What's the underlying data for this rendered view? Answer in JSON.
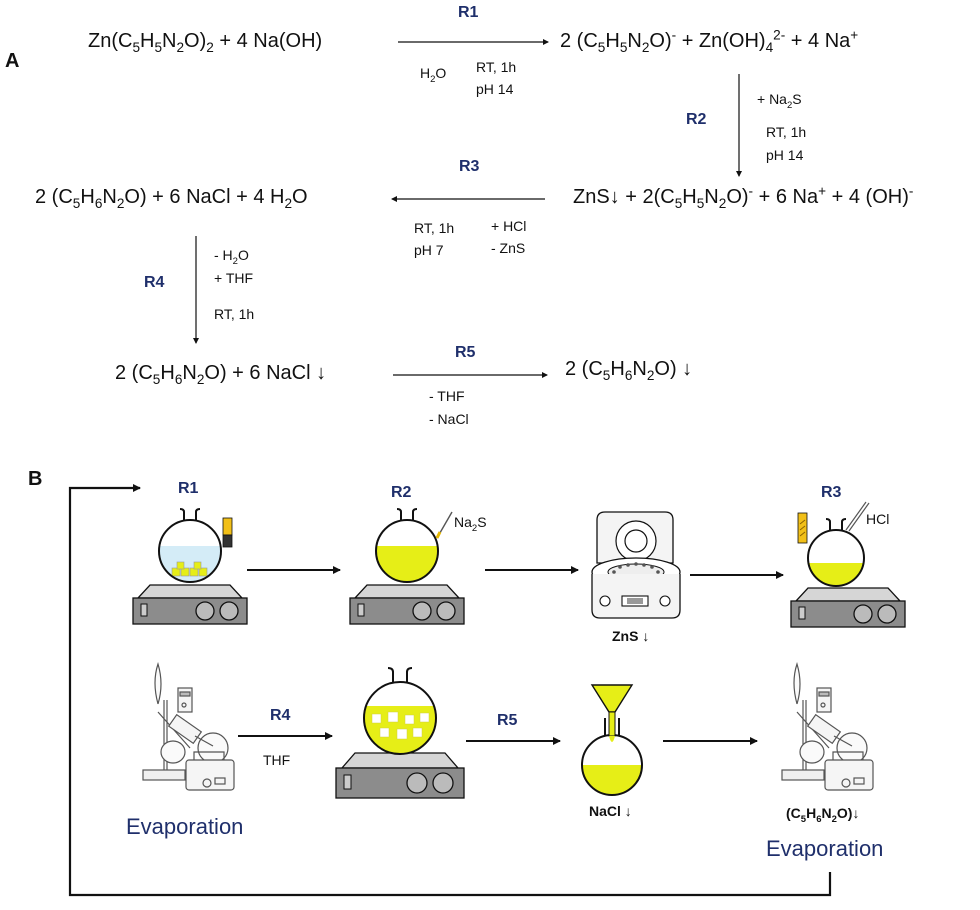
{
  "colors": {
    "accent": "#1f2f6b",
    "solution_yellow": "#e6ee17",
    "water_blue": "#d4ecf7",
    "plate_gray": "#8c8c8c",
    "arrow": "#111111"
  },
  "panel_a": {
    "label": "A",
    "r1": {
      "label": "R1",
      "reactants": [
        "Zn(",
        "C",
        "5",
        "H",
        "5",
        "N",
        "2",
        "O)",
        "2",
        " + 4 Na(OH)"
      ],
      "products": [
        "2 (C",
        "5",
        "H",
        "5",
        "N",
        "2",
        "O)",
        "-",
        " + Zn(OH)",
        "4",
        "2-",
        " + 4 Na",
        "+"
      ],
      "cond_solvent": [
        "H",
        "2",
        "O"
      ],
      "cond_line1": "RT, 1h",
      "cond_line2": "pH 14"
    },
    "r2": {
      "label": "R2",
      "reagent": [
        "+ Na",
        "2",
        "S"
      ],
      "cond_line1": "RT, 1h",
      "cond_line2": "pH 14"
    },
    "r3": {
      "label": "R3",
      "reactants": [
        "ZnS",
        "↓",
        " + 2(C",
        "5",
        "H",
        "5",
        "N",
        "2",
        "O)",
        "-",
        " + 6 Na",
        "+",
        " + 4 (OH)",
        "-"
      ],
      "products": [
        "2 (C",
        "5",
        "H",
        "6",
        "N",
        "2",
        "O) + 6 NaCl + 4 H",
        "2",
        "O"
      ],
      "cond_line1": "RT, 1h",
      "cond_line2": "pH 7",
      "reagent1": "+ HCl",
      "reagent2": "- ZnS"
    },
    "r4": {
      "label": "R4",
      "reagent1": [
        "- H",
        "2",
        "O"
      ],
      "reagent2": "+ THF",
      "cond_line1": "RT, 1h",
      "products": [
        "2 (C",
        "5",
        "H",
        "6",
        "N",
        "2",
        "O) + 6 NaCl ",
        "↓"
      ]
    },
    "r5": {
      "label": "R5",
      "products": [
        "2 (C",
        "5",
        "H",
        "6",
        "N",
        "2",
        "O) ",
        "↓"
      ],
      "reagent1": "- THF",
      "reagent2": "- NaCl"
    }
  },
  "panel_b": {
    "label": "B",
    "r1_label": "R1",
    "r2_label": "R2",
    "r3_label": "R3",
    "r4_label": "R4",
    "r5_label": "R5",
    "na2s": [
      "Na",
      "2",
      "S"
    ],
    "hcl": "HCl",
    "zns": "ZnS ↓",
    "thf": "THF",
    "nacl": "NaCl ↓",
    "product": [
      "(C",
      "5",
      "H",
      "6",
      "N",
      "2",
      "O)",
      "↓"
    ],
    "evaporation_left": "Evaporation",
    "evaporation_right": "Evaporation"
  }
}
